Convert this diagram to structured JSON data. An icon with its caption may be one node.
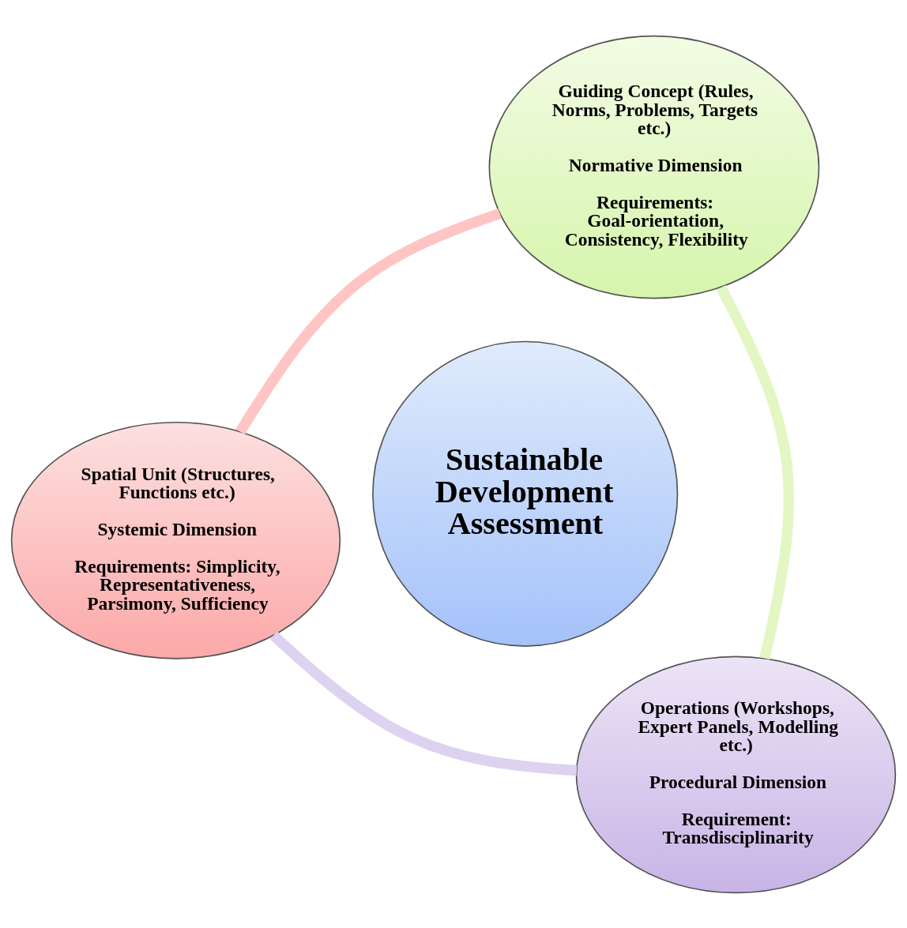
{
  "diagram": {
    "nodes": [
      {
        "text": [
          "Spatial Unit (Structures, Functions etc.)",
          "Systemic Dimension",
          "Requirements: Simplicity, Representativeness, Parsimony, Sufficiency"
        ]
      },
      {
        "text": [
          "Sustainable Development Assessment"
        ]
      },
      {
        "text": [
          "Operations (Workshops, Expert Panels, Modelling etc.)",
          "Procedural Dimension",
          "Requirement: Transdisciplinarity"
        ]
      },
      {
        "text": [
          "Guiding Concept (Rules, Norms, Problems, Targets etc.)",
          "Normative Dimension",
          "Requirements: Goal-orientation, Consistency, Flexibility"
        ]
      }
    ],
    "edges": [
      {
        "from": 0,
        "to": 3,
        "arrow": "none",
        "color": "#ffc4c4"
      },
      {
        "from": 3,
        "to": 2,
        "arrow": "none",
        "color": "#e2f7c4"
      },
      {
        "from": 2,
        "to": 0,
        "arrow": "none",
        "color": "#ddd2f0"
      }
    ]
  }
}
